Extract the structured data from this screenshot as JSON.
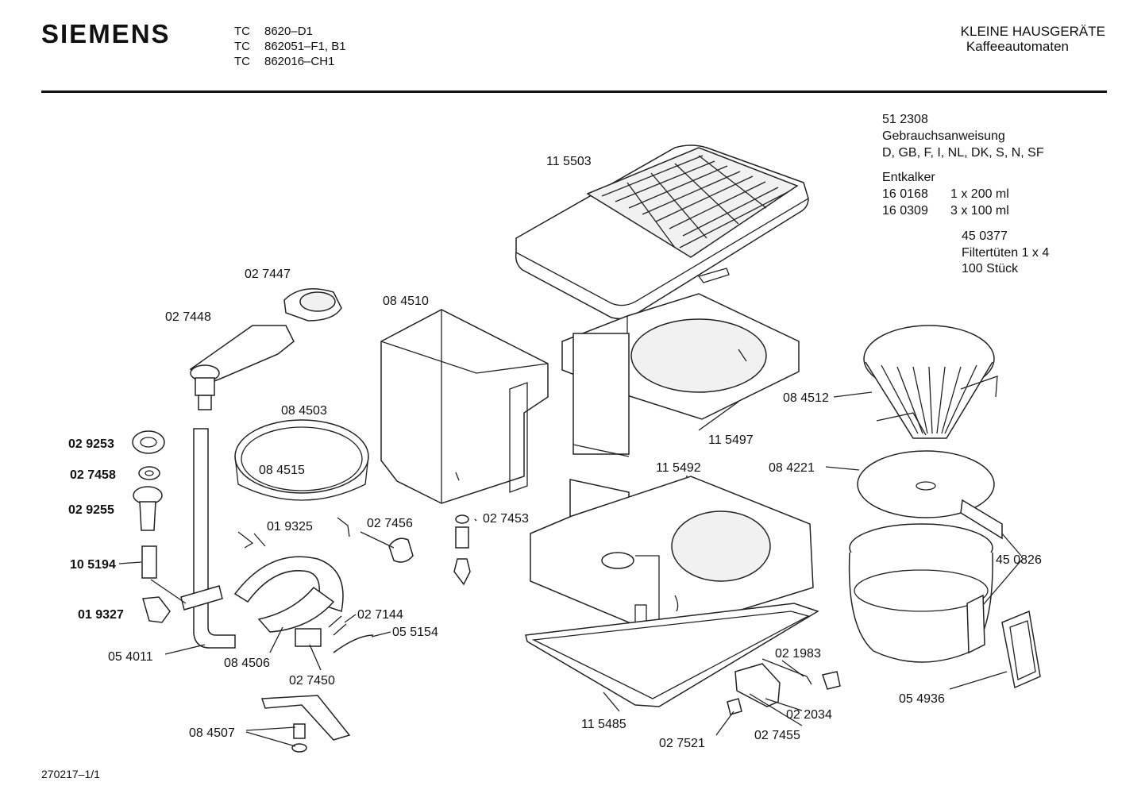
{
  "header": {
    "brand": "SIEMENS",
    "models": [
      {
        "prefix": "TC",
        "number": "8620–D1"
      },
      {
        "prefix": "TC",
        "number": "862051–F1, B1"
      },
      {
        "prefix": "TC",
        "number": "862016–CH1"
      }
    ],
    "category": "KLEINE HAUSGERÄTE",
    "subcategory": "Kaffeeautomaten"
  },
  "info": {
    "manual_number": "51 2308",
    "manual_label": "Gebrauchsanweisung",
    "manual_languages": "D, GB, F, I, NL, DK, S, N, SF",
    "descaler_label": "Entkalker",
    "descaler_items": [
      {
        "number": "16 0168",
        "qty": "1 x 200 ml"
      },
      {
        "number": "16 0309",
        "qty": "3 x 100 ml"
      }
    ],
    "filter_number": "45 0377",
    "filter_label": "Filtertüten 1 x 4",
    "filter_qty": "100 Stück"
  },
  "parts": {
    "p115503": "11 5503",
    "p027447": "02 7447",
    "p027448": "02 7448",
    "p084510": "08 4510",
    "p084503": "08 4503",
    "p084515": "08 4515",
    "p029253": "02 9253",
    "p027458": "02 7458",
    "p029255": "02 9255",
    "p105194": "10 5194",
    "p019327": "01 9327",
    "p054011": "05 4011",
    "p019325": "01 9325",
    "p027456": "02 7456",
    "p027453": "02 7453",
    "p084506": "08 4506",
    "p027144": "02 7144",
    "p055154": "05 5154",
    "p027450": "02 7450",
    "p084507": "08 4507",
    "p115497": "11 5497",
    "p115492": "11 5492",
    "p115485": "11 5485",
    "p021983": "02 1983",
    "p022034": "02 2034",
    "p027455": "02 7455",
    "p027521": "02 7521",
    "p084512": "08 4512",
    "p084221": "08 4221",
    "p450826": "45 0826",
    "p054936": "05 4936"
  },
  "footer": {
    "drawing_number": "270217–1/1"
  }
}
